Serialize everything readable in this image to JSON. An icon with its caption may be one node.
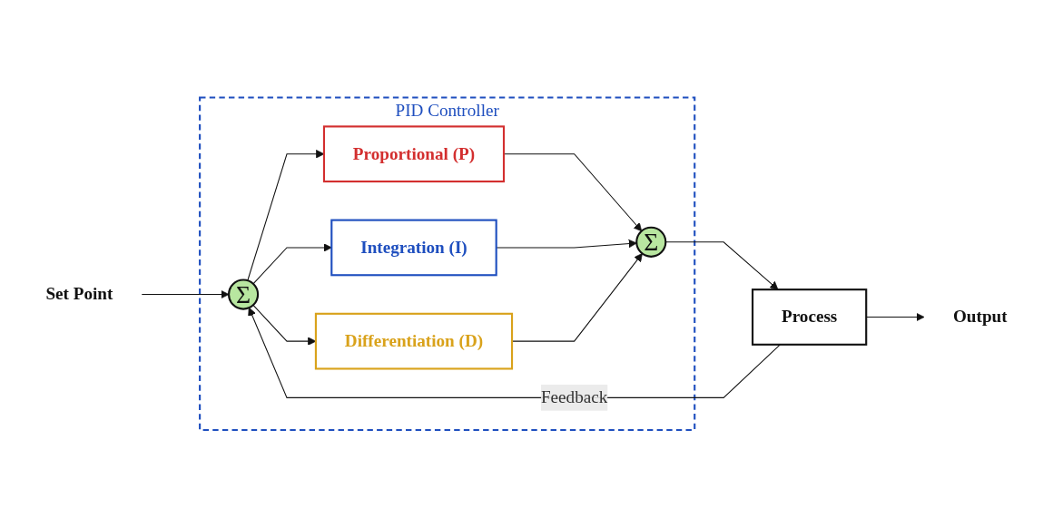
{
  "diagram": {
    "nodes": [
      {
        "text": [
          "PID Controller"
        ]
      },
      {
        "text": [
          "Σ"
        ],
        "in": 0
      },
      {
        "text": [
          "Proportional (P)"
        ],
        "in": 0
      },
      {
        "text": [
          "Integration (I)"
        ],
        "in": 0
      },
      {
        "text": [
          "Differentiation (D)"
        ],
        "in": 0
      },
      {
        "text": [
          "Σ"
        ],
        "in": 0
      },
      {
        "text": [
          "Process"
        ]
      },
      {
        "text": [
          "Set Point"
        ]
      },
      {
        "text": [
          "Output"
        ]
      }
    ],
    "edges": [
      {
        "from": 7,
        "to": 1,
        "arrow": "to"
      },
      {
        "from": 1,
        "to": 2,
        "arrow": "to"
      },
      {
        "from": 1,
        "to": 3,
        "arrow": "to"
      },
      {
        "from": 1,
        "to": 4,
        "arrow": "to"
      },
      {
        "from": 2,
        "to": 5,
        "arrow": "to"
      },
      {
        "from": 3,
        "to": 5,
        "arrow": "to"
      },
      {
        "from": 4,
        "to": 5,
        "arrow": "to"
      },
      {
        "from": 5,
        "to": 6,
        "arrow": "to"
      },
      {
        "from": 6,
        "to": 8,
        "arrow": "to"
      },
      {
        "from": 6,
        "to": 1,
        "label": "Feedback",
        "arrow": "to"
      }
    ]
  }
}
